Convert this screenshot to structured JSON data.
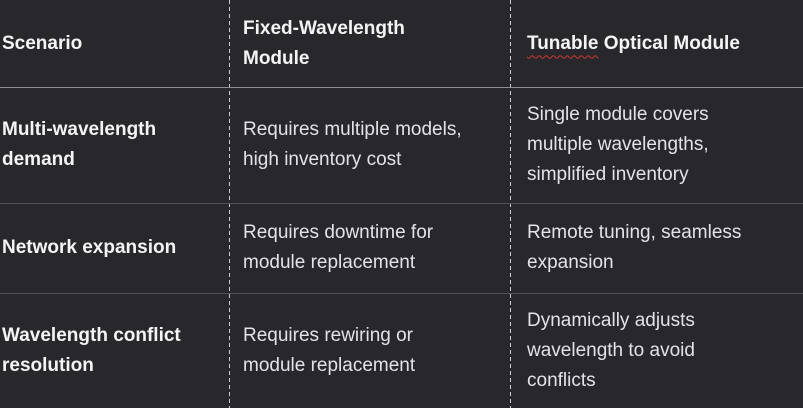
{
  "colors": {
    "background": "#28282c",
    "header_text": "#f4f4f6",
    "body_text": "#e3e3e7",
    "header_separator": "#8e8e93",
    "row_separator": "#525258",
    "column_dash": "#cdcdd0",
    "spellcheck_squiggle": "#cb3a32"
  },
  "table": {
    "columns": [
      {
        "label": "Scenario",
        "label_lines": [
          "Scenario"
        ]
      },
      {
        "label": "Fixed-Wavelength Module",
        "label_lines": [
          "Fixed-Wavelength",
          "Module"
        ]
      },
      {
        "label": "Tunable Optical Module",
        "word_marked_misspelled": "Tunable",
        "label_rest": " Optical Module"
      }
    ],
    "rows": [
      {
        "scenario": "Multi-wavelength demand",
        "scenario_lines": [
          "Multi-wavelength",
          "demand"
        ],
        "fixed": "Requires multiple models, high inventory cost",
        "fixed_lines": [
          "Requires multiple models,",
          "high inventory cost"
        ],
        "tunable": "Single module covers multiple wavelengths, simplified inventory",
        "tunable_lines": [
          "Single module covers",
          "multiple wavelengths,",
          "simplified inventory"
        ]
      },
      {
        "scenario": "Network expansion",
        "scenario_lines": [
          "Network expansion"
        ],
        "fixed": "Requires downtime for module replacement",
        "fixed_lines": [
          "Requires downtime for",
          "module replacement"
        ],
        "tunable": "Remote tuning, seamless expansion",
        "tunable_lines": [
          "Remote tuning, seamless",
          "expansion"
        ]
      },
      {
        "scenario": "Wavelength conflict resolution",
        "scenario_lines": [
          "Wavelength conflict",
          "resolution"
        ],
        "fixed": "Requires rewiring or module replacement",
        "fixed_lines": [
          "Requires rewiring or",
          "module replacement"
        ],
        "tunable": "Dynamically adjusts wavelength to avoid conflicts",
        "tunable_lines": [
          "Dynamically adjusts",
          "wavelength to avoid",
          "conflicts"
        ]
      }
    ]
  }
}
